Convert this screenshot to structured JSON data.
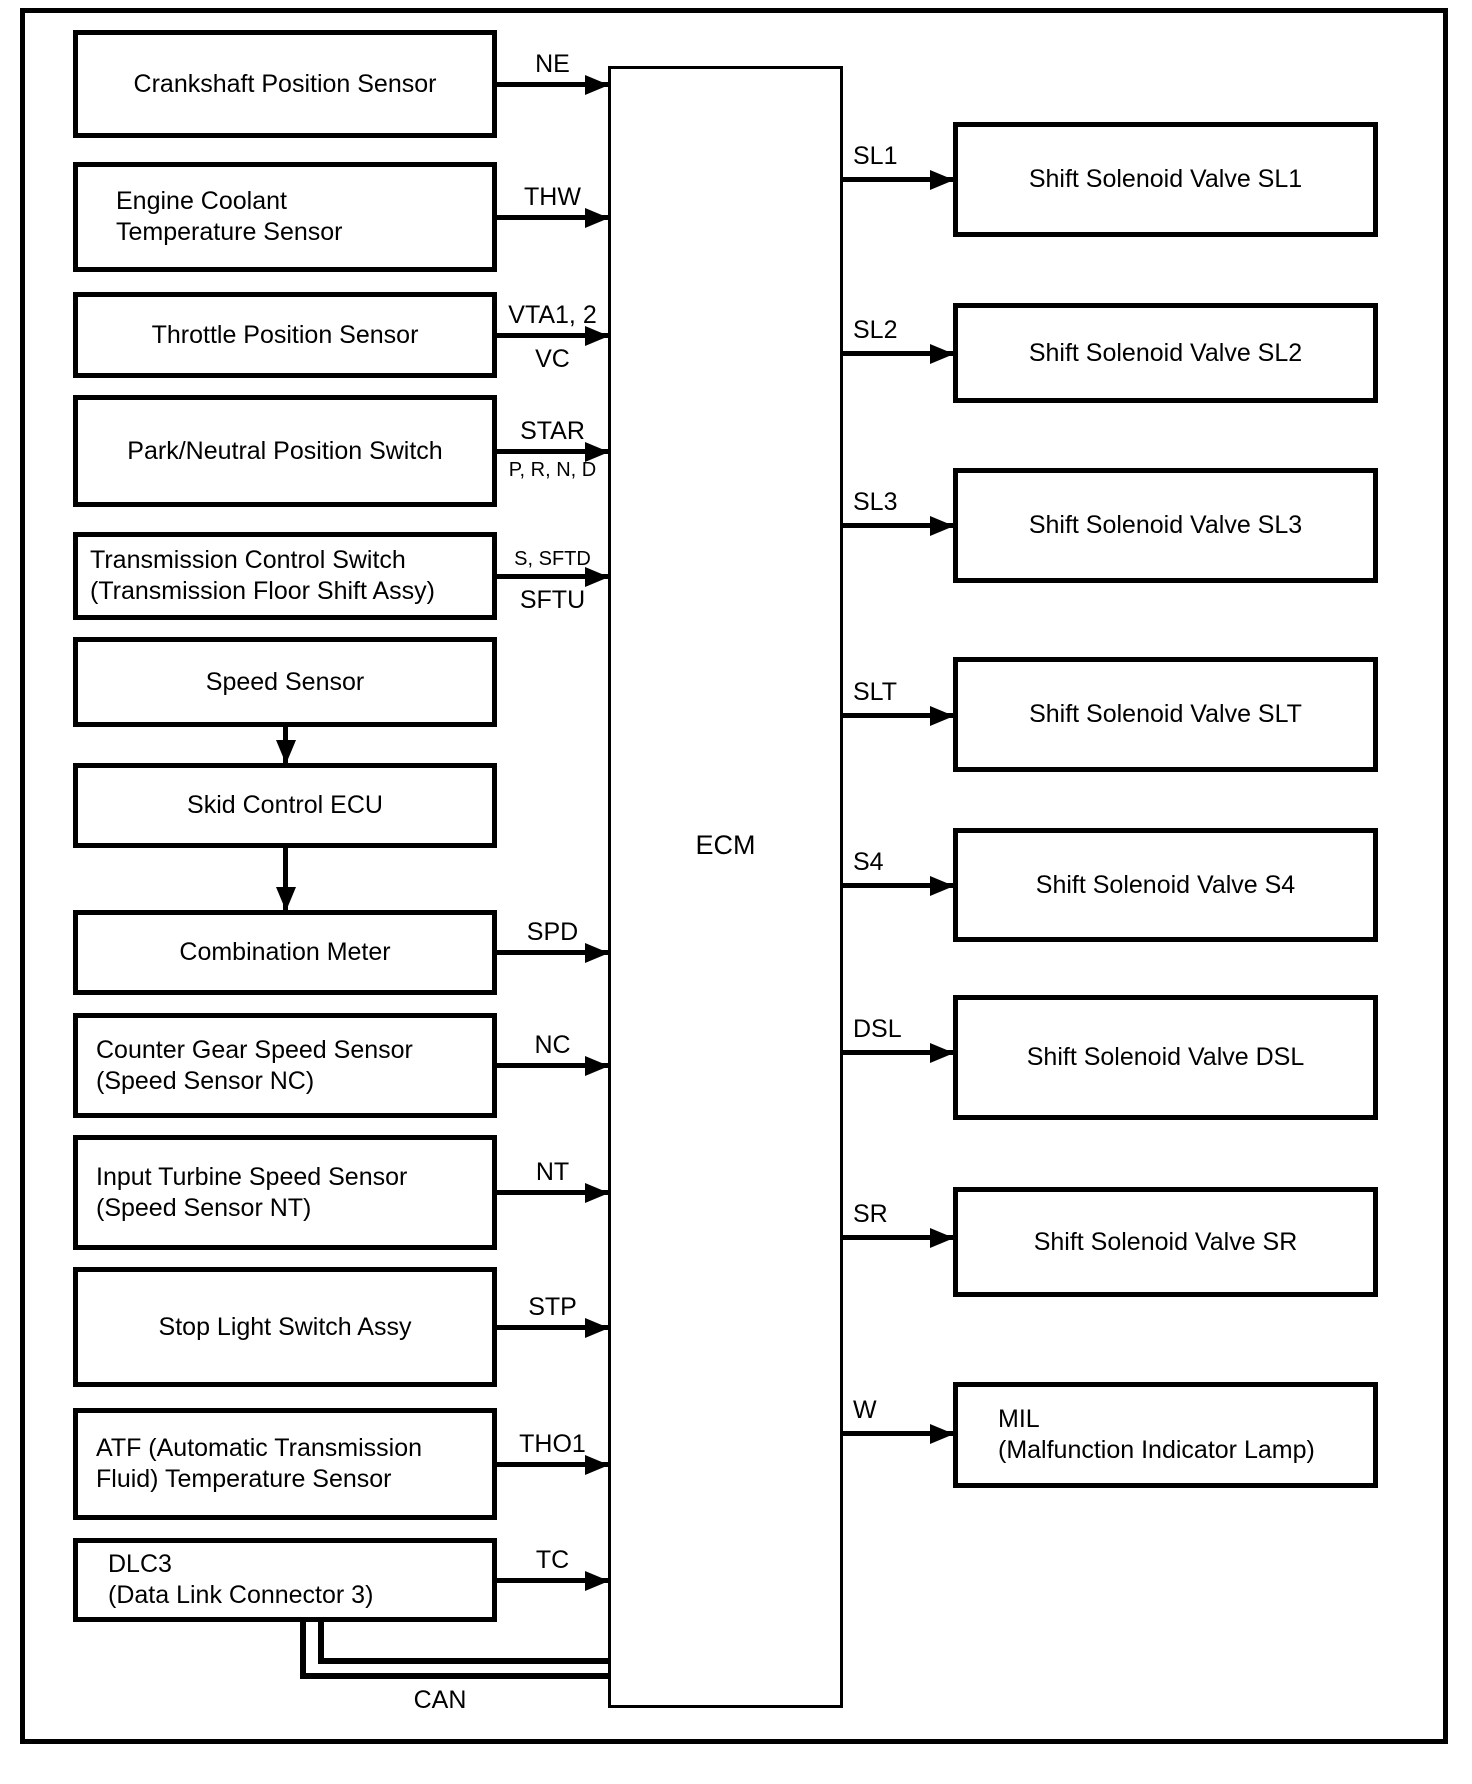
{
  "diagram": {
    "ecm": {
      "label": "ECM"
    },
    "bus": {
      "label": "CAN"
    },
    "inputs": [
      {
        "device": "Crankshaft Position Sensor",
        "signal": "NE"
      },
      {
        "device": "Engine Coolant\nTemperature Sensor",
        "signal": "THW"
      },
      {
        "device": "Throttle Position Sensor",
        "signal": "VTA1, 2",
        "signal2": "VC"
      },
      {
        "device": "Park/Neutral Position Switch",
        "signal": "STAR",
        "signal2": "P, R, N, D"
      },
      {
        "device": "Transmission Control Switch\n(Transmission Floor Shift Assy)",
        "signal": "S, SFTD",
        "signal2": "SFTU"
      },
      {
        "device": "Speed Sensor"
      },
      {
        "device": "Skid Control ECU"
      },
      {
        "device": "Combination Meter",
        "signal": "SPD"
      },
      {
        "device": "Counter Gear Speed Sensor\n(Speed Sensor NC)",
        "signal": "NC"
      },
      {
        "device": "Input Turbine Speed Sensor\n(Speed Sensor NT)",
        "signal": "NT"
      },
      {
        "device": "Stop Light Switch Assy",
        "signal": "STP"
      },
      {
        "device": "ATF (Automatic Transmission\nFluid) Temperature Sensor",
        "signal": "THO1"
      },
      {
        "device": "DLC3\n(Data Link Connector 3)",
        "signal": "TC"
      }
    ],
    "outputs": [
      {
        "signal": "SL1",
        "device": "Shift Solenoid Valve SL1"
      },
      {
        "signal": "SL2",
        "device": "Shift Solenoid Valve SL2"
      },
      {
        "signal": "SL3",
        "device": "Shift Solenoid Valve SL3"
      },
      {
        "signal": "SLT",
        "device": "Shift Solenoid Valve SLT"
      },
      {
        "signal": "S4",
        "device": "Shift Solenoid Valve S4"
      },
      {
        "signal": "DSL",
        "device": "Shift Solenoid Valve DSL"
      },
      {
        "signal": "SR",
        "device": "Shift Solenoid Valve SR"
      },
      {
        "signal": "W",
        "device": "MIL\n(Malfunction Indicator Lamp)"
      }
    ]
  }
}
